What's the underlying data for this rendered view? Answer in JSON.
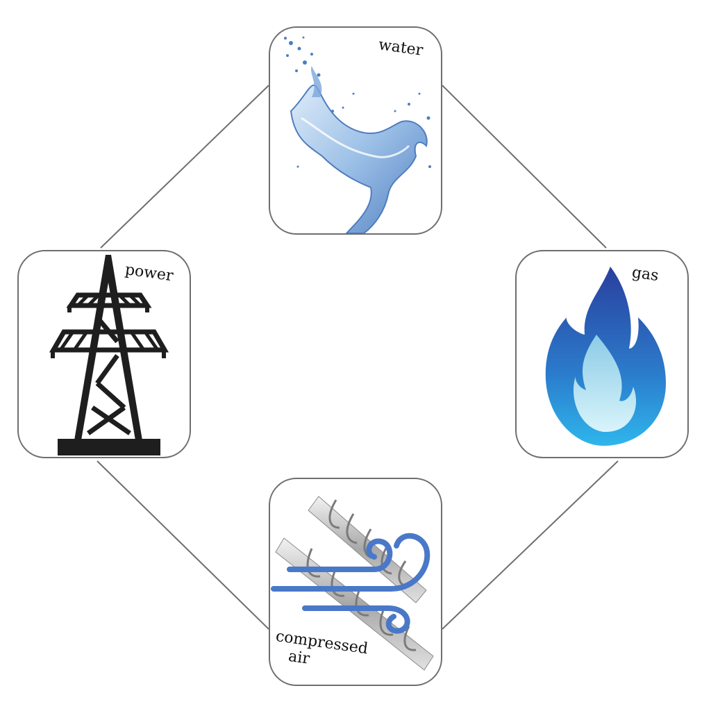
{
  "nodes": {
    "water": {
      "label": "water",
      "icon": "water-splash-icon"
    },
    "gas": {
      "label": "gas",
      "icon": "gas-flame-icon"
    },
    "power": {
      "label": "power",
      "icon": "power-pylon-icon"
    },
    "air": {
      "label_line1": "compressed",
      "label_line2": "air",
      "icon": "compressor-wind-icon"
    }
  },
  "colors": {
    "connector": "#6e6e6e",
    "water": "#4a7fc0",
    "flame_outer": "#2b6cc4",
    "flame_inner": "#a8e0f0",
    "pylon": "#1e1e1e",
    "wind": "#4a78c8",
    "metal": "#b8b8b8"
  }
}
